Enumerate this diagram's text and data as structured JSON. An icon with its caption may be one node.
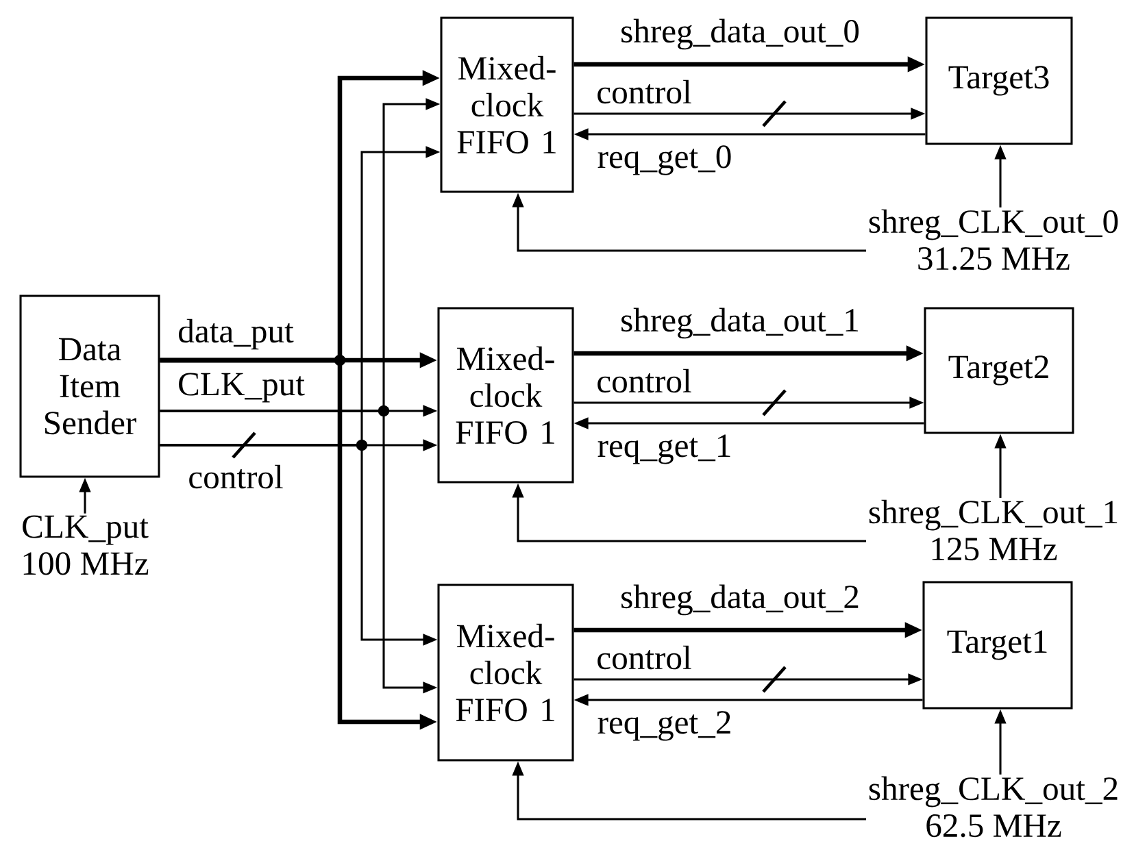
{
  "diagram": {
    "nodes": [
      {
        "text": [
          "Data Item Sender"
        ]
      },
      {
        "text": [
          "Mixed-clock FIFO 1"
        ]
      },
      {
        "text": [
          "Mixed-clock FIFO 1"
        ]
      },
      {
        "text": [
          "Mixed-clock FIFO 1"
        ]
      },
      {
        "text": [
          "Target3"
        ]
      },
      {
        "text": [
          "Target2"
        ]
      },
      {
        "text": [
          "Target1"
        ]
      },
      {
        "text": [
          "CLK_put",
          "100 MHz"
        ]
      },
      {
        "text": [
          "shreg_CLK_out_0",
          "31.25 MHz"
        ]
      },
      {
        "text": [
          "shreg_CLK_out_1",
          "125 MHz"
        ]
      },
      {
        "text": [
          "shreg_CLK_out_2",
          "62.5 MHz"
        ]
      }
    ],
    "edges": [
      {
        "from": 0,
        "to": 1,
        "arrow": "to",
        "style": "thick",
        "label": "data_put"
      },
      {
        "from": 0,
        "to": 2,
        "arrow": "to",
        "style": "thick"
      },
      {
        "from": 0,
        "to": 3,
        "arrow": "to",
        "style": "thick"
      },
      {
        "from": 0,
        "to": 1,
        "arrow": "to",
        "label": "CLK_put"
      },
      {
        "from": 0,
        "to": 2,
        "arrow": "to"
      },
      {
        "from": 0,
        "to": 3,
        "arrow": "to"
      },
      {
        "from": 0,
        "to": 1,
        "arrow": "to",
        "label": "control"
      },
      {
        "from": 0,
        "to": 2,
        "arrow": "to"
      },
      {
        "from": 0,
        "to": 3,
        "arrow": "to"
      },
      {
        "from": 1,
        "to": 4,
        "arrow": "to",
        "style": "thick",
        "label": "shreg_data_out_0"
      },
      {
        "from": 1,
        "to": 4,
        "arrow": "to",
        "label": "control"
      },
      {
        "from": 4,
        "to": 1,
        "arrow": "to",
        "label": "req_get_0"
      },
      {
        "from": 8,
        "to": 4,
        "arrow": "to"
      },
      {
        "from": 8,
        "to": 1,
        "arrow": "to"
      },
      {
        "from": 2,
        "to": 5,
        "arrow": "to",
        "style": "thick",
        "label": "shreg_data_out_1"
      },
      {
        "from": 2,
        "to": 5,
        "arrow": "to",
        "label": "control"
      },
      {
        "from": 5,
        "to": 2,
        "arrow": "to",
        "label": "req_get_1"
      },
      {
        "from": 9,
        "to": 5,
        "arrow": "to"
      },
      {
        "from": 9,
        "to": 2,
        "arrow": "to"
      },
      {
        "from": 3,
        "to": 6,
        "arrow": "to",
        "style": "thick",
        "label": "shreg_data_out_2"
      },
      {
        "from": 3,
        "to": 6,
        "arrow": "to",
        "label": "control"
      },
      {
        "from": 6,
        "to": 3,
        "arrow": "to",
        "label": "req_get_2"
      },
      {
        "from": 10,
        "to": 6,
        "arrow": "to"
      },
      {
        "from": 10,
        "to": 3,
        "arrow": "to"
      },
      {
        "from": 7,
        "to": 0,
        "arrow": "to"
      }
    ]
  }
}
